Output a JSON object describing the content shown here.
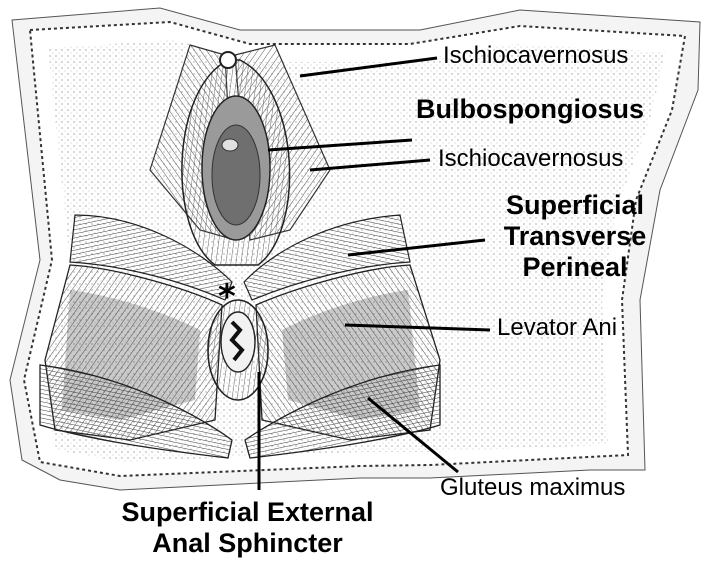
{
  "marker": "*",
  "labels": {
    "ischiocavernosus_top": "Ischiocavernosus",
    "bulbospongiosus": "Bulbospongiosus",
    "ischiocavernosus_mid": "Ischiocavernosus",
    "superficial_transverse_perineal": [
      "Superficial",
      "Transverse",
      "Perineal"
    ],
    "levator_ani": "Levator Ani",
    "gluteus_maximus": "Gluteus maximus",
    "superficial_external_anal_sphincter": [
      "Superficial External",
      "Anal Sphincter"
    ]
  },
  "colors": {
    "background": "#ffffff",
    "ink": "#000000",
    "tissue_light": "#e9e9e9",
    "tissue_mid": "#bdbdbd",
    "tissue_dark": "#6f6f6f"
  }
}
